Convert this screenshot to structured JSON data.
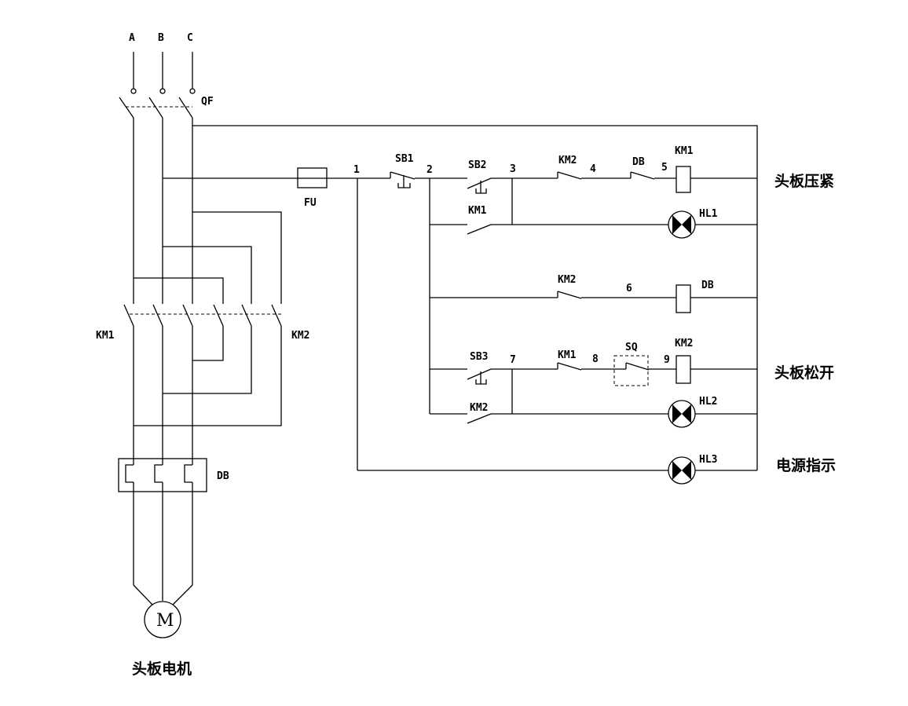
{
  "phases": {
    "a": "A",
    "b": "B",
    "c": "C"
  },
  "labels": {
    "qf": "QF",
    "fu": "FU",
    "km1_main": "KM1",
    "km2_main": "KM2",
    "db_main": "DB",
    "motor": "M",
    "motor_caption": "头板电机",
    "sb1": "SB1",
    "sb2": "SB2",
    "sb3": "SB3",
    "km2_r1": "KM2",
    "db_r1": "DB",
    "km1_coil": "KM1",
    "km1_hold": "KM1",
    "hl1": "HL1",
    "km2_r3": "KM2",
    "db_coil": "DB",
    "km1_r4": "KM1",
    "sq": "SQ",
    "km2_coil": "KM2",
    "km2_hold": "KM2",
    "hl2": "HL2",
    "hl3": "HL3"
  },
  "nodes": {
    "n1": "1",
    "n2": "2",
    "n3": "3",
    "n4": "4",
    "n5": "5",
    "n6": "6",
    "n7": "7",
    "n8": "8",
    "n9": "9"
  },
  "functions": {
    "clamp": "头板压紧",
    "release": "头板松开",
    "power": "电源指示"
  }
}
